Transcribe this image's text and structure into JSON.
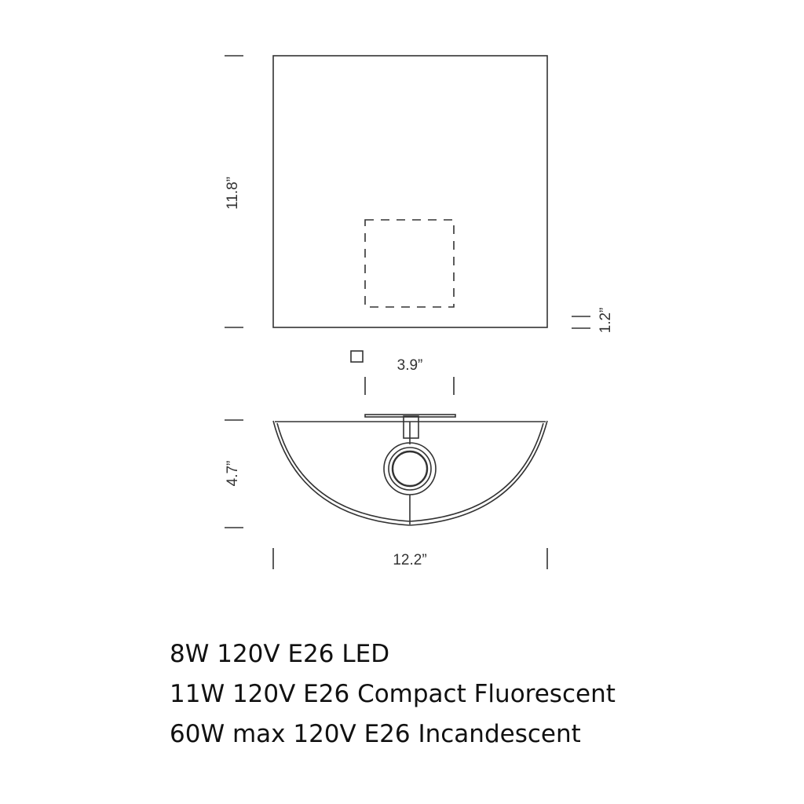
{
  "dimensions": {
    "height": "11.8”",
    "depth_offset": "1.2”",
    "backplate_width": "3.9”",
    "projection": "4.7”",
    "width": "12.2”"
  },
  "specs": [
    "8W 120V E26 LED",
    "11W 120V E26 Compact Fluorescent",
    "60W max 120V E26 Incandescent"
  ],
  "colors": {
    "line": "#333333",
    "text": "#111111"
  }
}
